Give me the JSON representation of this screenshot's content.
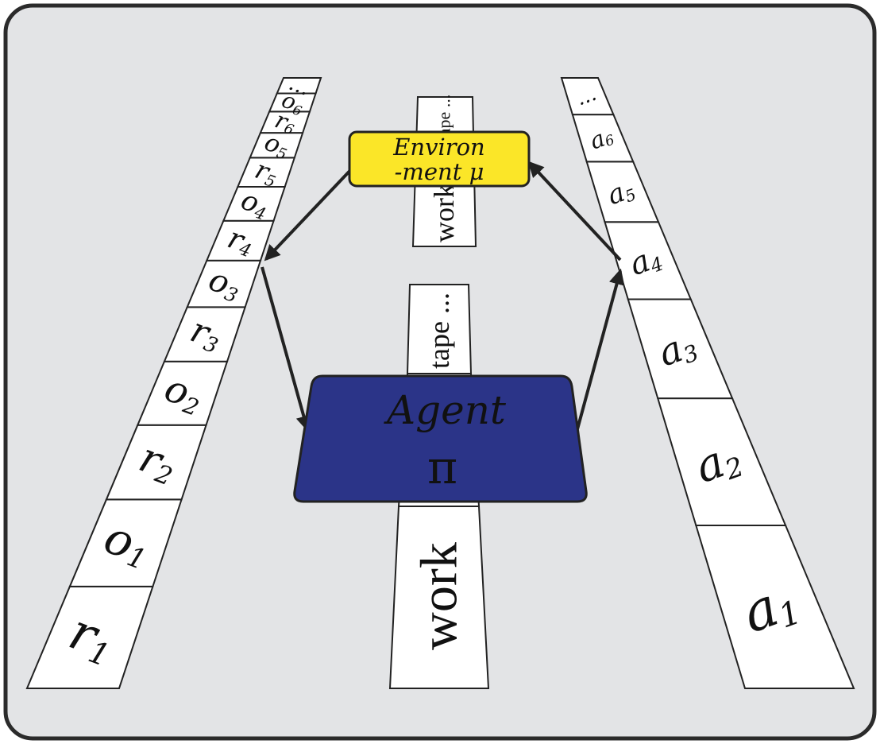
{
  "frame": {
    "background": "#e3e4e6",
    "border": "#2b2b2b"
  },
  "left_tape": {
    "cells": [
      {
        "base": "r",
        "sub": "1"
      },
      {
        "base": "o",
        "sub": "1"
      },
      {
        "base": "r",
        "sub": "2"
      },
      {
        "base": "o",
        "sub": "2"
      },
      {
        "base": "r",
        "sub": "3"
      },
      {
        "base": "o",
        "sub": "3"
      },
      {
        "base": "r",
        "sub": "4"
      },
      {
        "base": "o",
        "sub": "4"
      },
      {
        "base": "r",
        "sub": "5"
      },
      {
        "base": "o",
        "sub": "5"
      },
      {
        "base": "r",
        "sub": "6"
      },
      {
        "base": "o",
        "sub": "6"
      },
      {
        "base": "...",
        "sub": ""
      }
    ]
  },
  "right_tape": {
    "cells": [
      {
        "base": "a",
        "sub": "1"
      },
      {
        "base": "a",
        "sub": "2"
      },
      {
        "base": "a",
        "sub": "3"
      },
      {
        "base": "a",
        "sub": "4"
      },
      {
        "base": "a",
        "sub": "5"
      },
      {
        "base": "a",
        "sub": "6"
      },
      {
        "base": "...",
        "sub": ""
      }
    ]
  },
  "agent_tape": {
    "work": "work",
    "tape": "tape ..."
  },
  "env_tape": {
    "work": "work",
    "tape": "tape ..."
  },
  "agent": {
    "line1": "Agent",
    "line2": "π",
    "fill": "#2b3488",
    "text_color": "#f2e536"
  },
  "environment": {
    "line1": "Environ",
    "line2": "-ment μ",
    "fill": "#fbe628",
    "text_color": "#222222"
  }
}
